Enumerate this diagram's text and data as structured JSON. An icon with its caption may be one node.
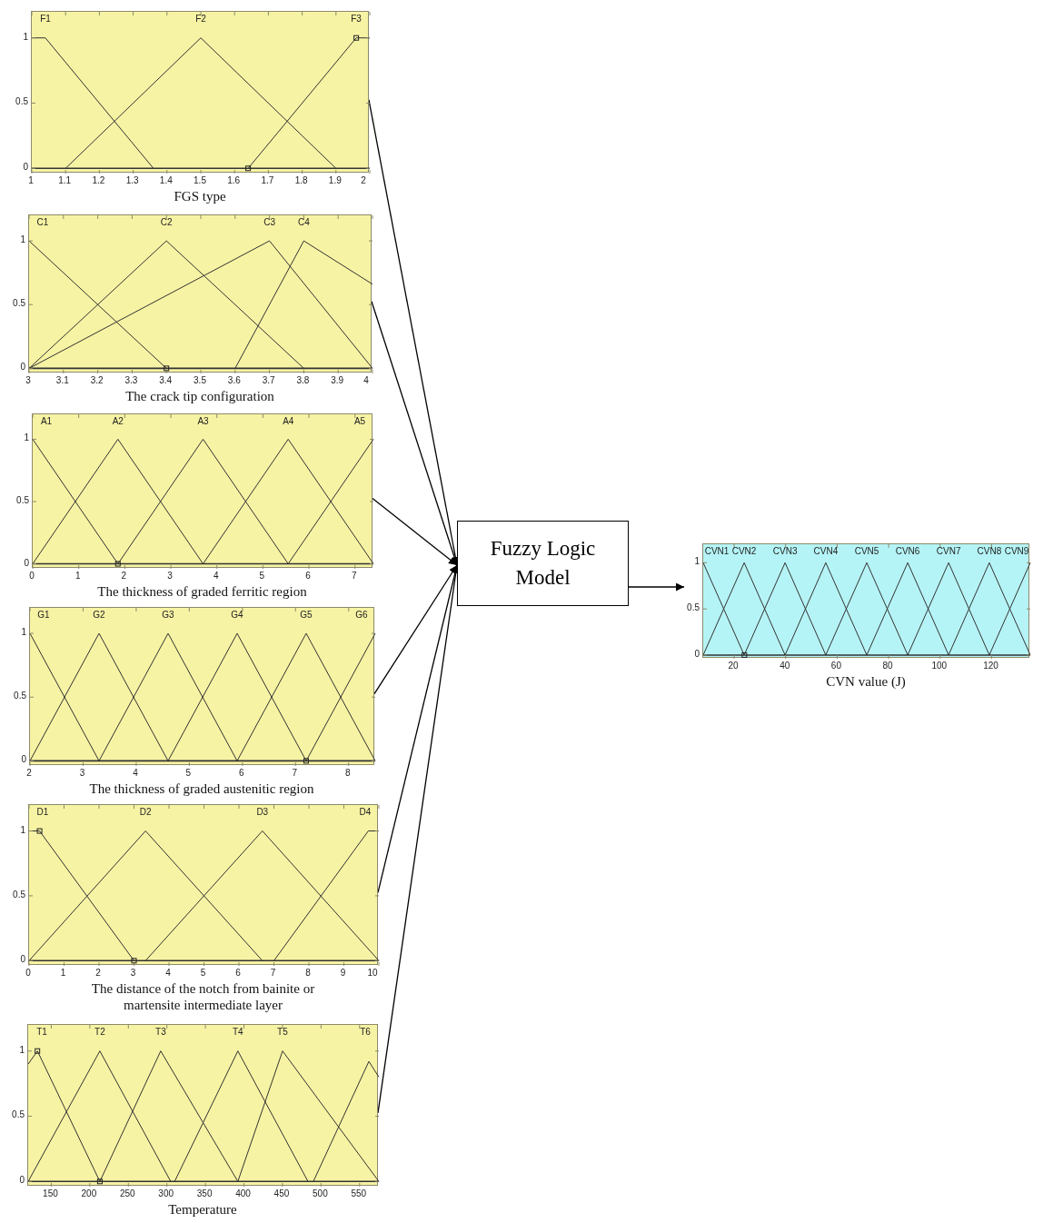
{
  "diagram": {
    "nodes": [
      {
        "text": [
          "F1",
          "F2",
          "F3",
          "1",
          "0.5",
          "0",
          "1",
          "1.1",
          "1.2",
          "1.3",
          "1.4",
          "1.5",
          "1.6",
          "1.7",
          "1.8",
          "1.9",
          "2",
          "FGS type"
        ]
      },
      {
        "text": [
          "C1",
          "C2",
          "C3",
          "C4",
          "1",
          "0.5",
          "0",
          "3",
          "3.1",
          "3.2",
          "3.3",
          "3.4",
          "3.5",
          "3.6",
          "3.7",
          "3.8",
          "3.9",
          "4",
          "The crack tip configuration"
        ]
      },
      {
        "text": [
          "A1",
          "A2",
          "A3",
          "A4",
          "A5",
          "1",
          "0.5",
          "0",
          "0",
          "1",
          "2",
          "3",
          "4",
          "5",
          "6",
          "7",
          "The thickness of graded ferritic region"
        ]
      },
      {
        "text": [
          "G1",
          "G2",
          "G3",
          "G4",
          "G5",
          "G6",
          "1",
          "0.5",
          "0",
          "2",
          "3",
          "4",
          "5",
          "6",
          "7",
          "8",
          "The thickness of graded austenitic region"
        ]
      },
      {
        "text": [
          "D1",
          "D2",
          "D3",
          "D4",
          "1",
          "0.5",
          "0",
          "0",
          "1",
          "2",
          "3",
          "4",
          "5",
          "6",
          "7",
          "8",
          "9",
          "10",
          "The distance of the notch from bainite or martensite intermediate layer"
        ]
      },
      {
        "text": [
          "T1",
          "T2",
          "T3",
          "T4",
          "T5",
          "T6",
          "1",
          "0.5",
          "0",
          "150",
          "200",
          "250",
          "300",
          "350",
          "400",
          "450",
          "500",
          "550",
          "Temperature"
        ]
      },
      {
        "text": [
          "Fuzzy Logic Model"
        ]
      },
      {
        "text": [
          "CVN1",
          "CVN2",
          "CVN3",
          "CVN4",
          "CVN5",
          "CVN6",
          "CVN7",
          "CVN8",
          "CVN9",
          "1",
          "0.5",
          "0",
          "20",
          "40",
          "60",
          "80",
          "100",
          "120",
          "CVN value (J)"
        ]
      }
    ],
    "edges": [
      {
        "from": 0,
        "to": 6,
        "arrow": "to"
      },
      {
        "from": 1,
        "to": 6,
        "arrow": "to"
      },
      {
        "from": 2,
        "to": 6,
        "arrow": "to"
      },
      {
        "from": 3,
        "to": 6,
        "arrow": "to"
      },
      {
        "from": 4,
        "to": 6,
        "arrow": "to"
      },
      {
        "from": 5,
        "to": 6,
        "arrow": "to"
      },
      {
        "from": 6,
        "to": 7,
        "arrow": "to"
      }
    ]
  }
}
